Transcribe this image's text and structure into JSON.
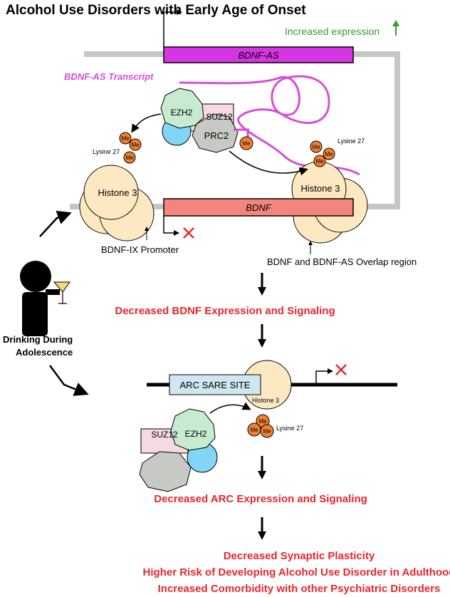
{
  "title": "Alcohol Use Disorders with Early Age of Onset",
  "increased_expression": "Increased expression",
  "genes": {
    "bdnf_as": "BDNF-AS",
    "bdnf": "BDNF",
    "bdnf_as_transcript": "BDNF-AS Transcript"
  },
  "proteins": {
    "ezh2": "EZH2",
    "suz12": "SUZ12",
    "prc2": "PRC2",
    "histone3": "Histone 3",
    "me": "Me"
  },
  "labels": {
    "lysine27": "Lysine 27",
    "promoter": "BDNF-IX Promoter",
    "overlap": "BDNF and BDNF-AS Overlap region",
    "drinking_line1": "Drinking During",
    "drinking_line2": "Adolescence",
    "arc_sare": "ARC SARE SITE"
  },
  "outcomes": {
    "bdnf_decrease": "Decreased BDNF Expression and Signaling",
    "arc_decrease": "Decreased ARC Expression and Signaling",
    "final_1": "Decreased Synaptic Plasticity",
    "final_2": "Higher Risk of Developing Alcohol Use Disorder in Adulthood",
    "final_3": "Increased Comorbidity with other Psychiatric Disorders"
  },
  "colors": {
    "bdnf_as": "#d535e3",
    "bdnf": "#f3857c",
    "transcript": "#d64fd8",
    "histone": "#fde9c1",
    "ezh2": "#c7ead0",
    "suz12": "#f7d9e2",
    "prc2": "#c7c9c5",
    "blue": "#83d5f5",
    "methyl": "#f08132",
    "arc_box": "#cfe7f1",
    "red": "#e8262b",
    "green": "#3a9a2e",
    "dna_grey": "#c4c7c5"
  }
}
